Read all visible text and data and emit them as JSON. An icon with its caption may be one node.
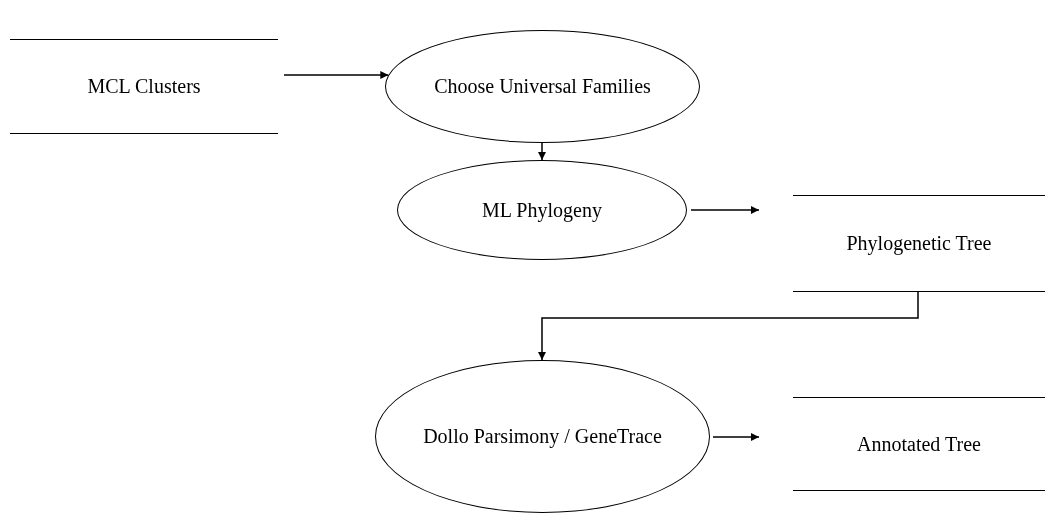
{
  "diagram": {
    "nodes": [
      {
        "text": [
          "MCL Clusters"
        ]
      },
      {
        "text": [
          "Choose Universal Families"
        ]
      },
      {
        "text": [
          "ML Phylogeny"
        ]
      },
      {
        "text": [
          "Phylogenetic Tree"
        ]
      },
      {
        "text": [
          "Dollo Parsimony / GeneTrace"
        ]
      },
      {
        "text": [
          "Annotated Tree"
        ]
      }
    ],
    "edges": [
      {
        "from": 0,
        "to": 1,
        "arrow": "to"
      },
      {
        "from": 1,
        "to": 2,
        "arrow": "to"
      },
      {
        "from": 2,
        "to": 3,
        "arrow": "to"
      },
      {
        "from": 3,
        "to": 4,
        "arrow": "to"
      },
      {
        "from": 4,
        "to": 5,
        "arrow": "to"
      }
    ]
  }
}
